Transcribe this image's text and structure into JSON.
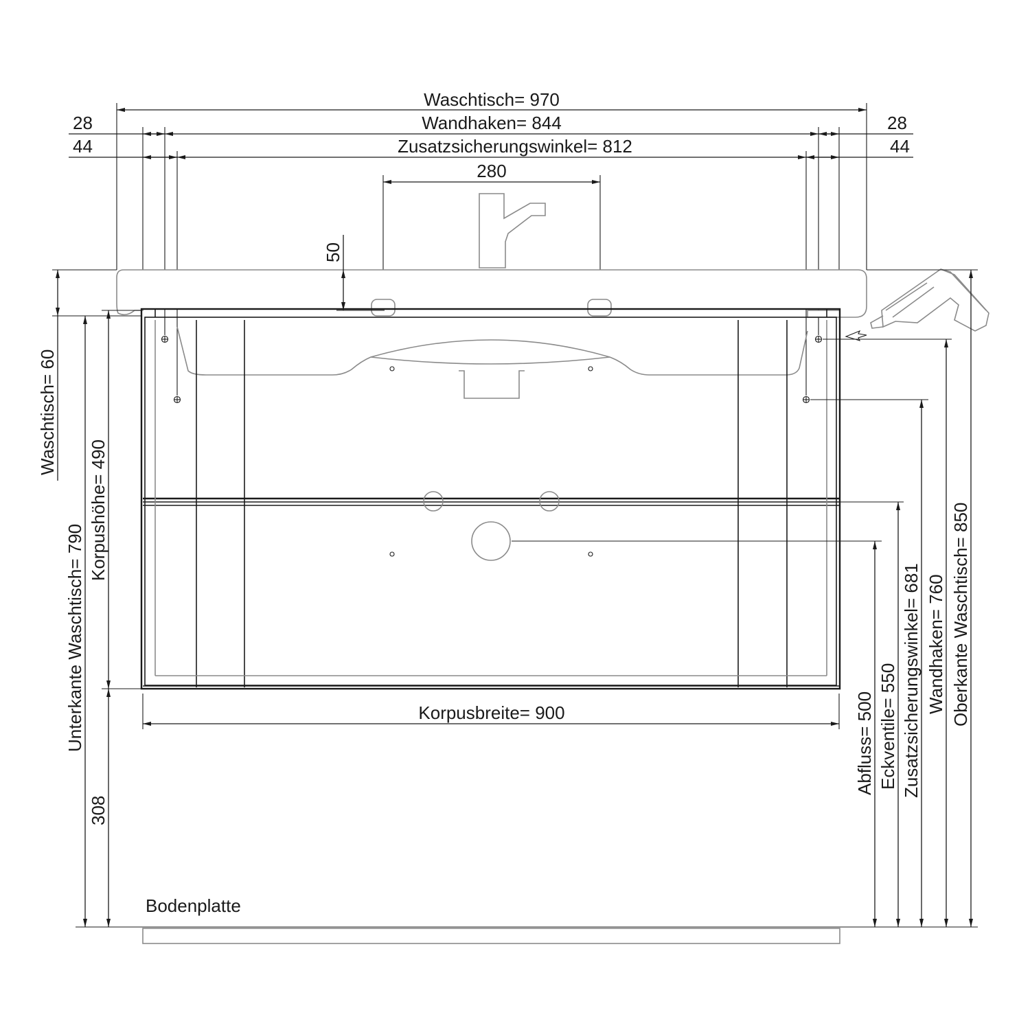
{
  "dimensions": {
    "washbasin_width": "Waschtisch=  970",
    "wall_hook_distance": "Wandhaken=  844",
    "additional_bracket_distance": "Zusatzsicherungswinkel=  812",
    "tap_hole_distance": "280",
    "left_hook_offset": "28",
    "left_bracket_offset": "44",
    "right_hook_offset": "28",
    "right_bracket_offset": "44",
    "basin_overhang": "50",
    "washbasin_height": "Waschtisch=  60",
    "carcass_height": "Korpushöhe=  490",
    "underside_washbasin": "Unterkante Waschtisch=  790",
    "floor_clearance": "308",
    "carcass_width": "Korpusbreite=  900",
    "drain_height": "Abfluss=  500",
    "angle_valves_height": "Eckventile=  550",
    "additional_bracket_height": "Zusatzsicherungswinkel=  681",
    "wall_hook_height": "Wandhaken=  760",
    "top_edge_washbasin": "Oberkante Waschtisch=  850"
  },
  "labels": {
    "floor_plate": "Bodenplatte"
  },
  "icons": {
    "glue_gun": "glue-gun-icon",
    "tap": "faucet-icon"
  },
  "colors": {
    "line": "#1a1a1a",
    "washbasin": "#8a8a8a"
  }
}
